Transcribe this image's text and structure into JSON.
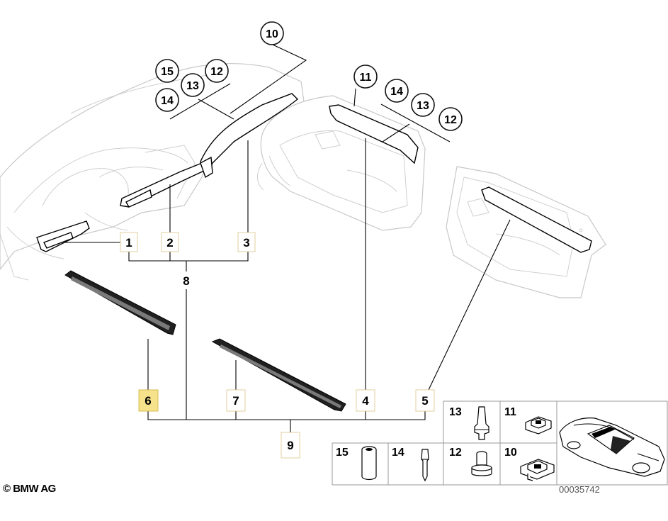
{
  "copyright": "© BMW AG",
  "document_number": "00035742",
  "callouts_circled": [
    "10",
    "15",
    "12",
    "13",
    "14",
    "11",
    "14",
    "13",
    "12"
  ],
  "labels": {
    "l1": "1",
    "l2": "2",
    "l3": "3",
    "l8": "8",
    "l6": "6",
    "l7": "7",
    "l4": "4",
    "l5": "5",
    "l9": "9"
  },
  "legend_cells": {
    "c13": "13",
    "c11": "11",
    "c15": "15",
    "c14": "14",
    "c12": "12",
    "c10": "10"
  },
  "highlight_color": "#f5e28a"
}
